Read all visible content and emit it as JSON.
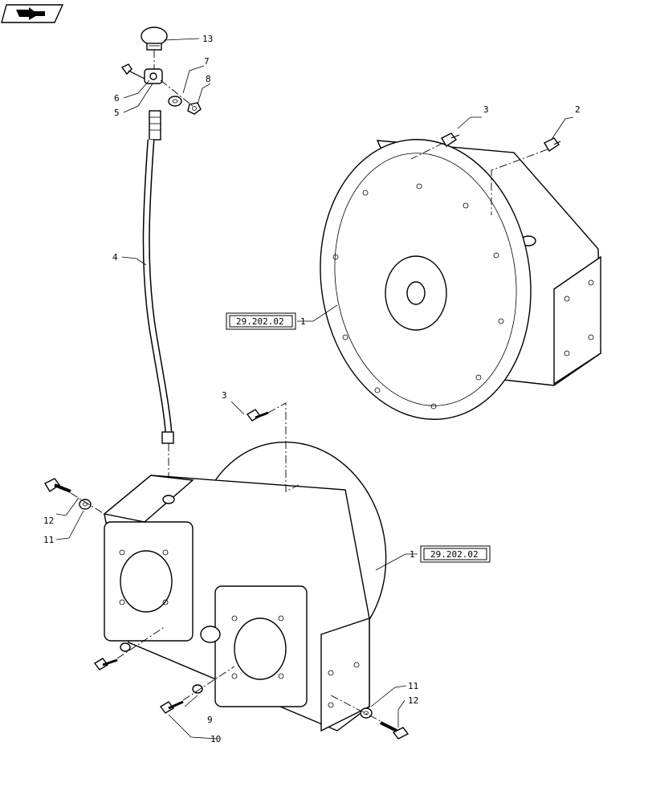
{
  "nav": {
    "icon": "page-turn-arrow-icon"
  },
  "callouts": {
    "c2": "2",
    "c3_top": "3",
    "c3_lower": "3",
    "c4": "4",
    "c5": "5",
    "c6": "6",
    "c7": "7",
    "c8": "8",
    "c9": "9",
    "c10": "10",
    "c11_left": "11",
    "c12_left": "12",
    "c11_right": "11",
    "c12_right": "12",
    "c13": "13",
    "c1_upper": "1",
    "c1_lower": "1"
  },
  "references": {
    "upper_housing": "29.202.02",
    "lower_housing": "29.202.02"
  }
}
